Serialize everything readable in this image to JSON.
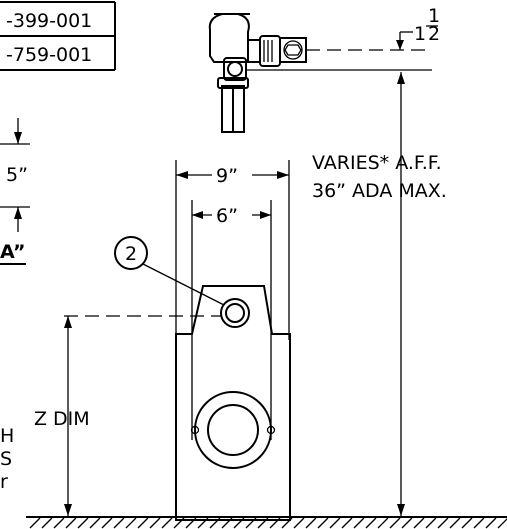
{
  "part_numbers": [
    "-399-001",
    "-759-001"
  ],
  "dimensions": {
    "flush_valve_offset_whole": "1",
    "flush_valve_offset_num": "1",
    "flush_valve_offset_den": "2",
    "varies_line1": "VARIES* A.F.F.",
    "varies_line2": "36” ADA MAX.",
    "outer_width": "9”",
    "inner_width": "6”",
    "left_dim": "5”",
    "view_label": "A”",
    "z_dim": "Z DIM"
  },
  "callouts": [
    {
      "number": "2"
    }
  ],
  "partial_text": [
    "H",
    "S",
    "r"
  ]
}
